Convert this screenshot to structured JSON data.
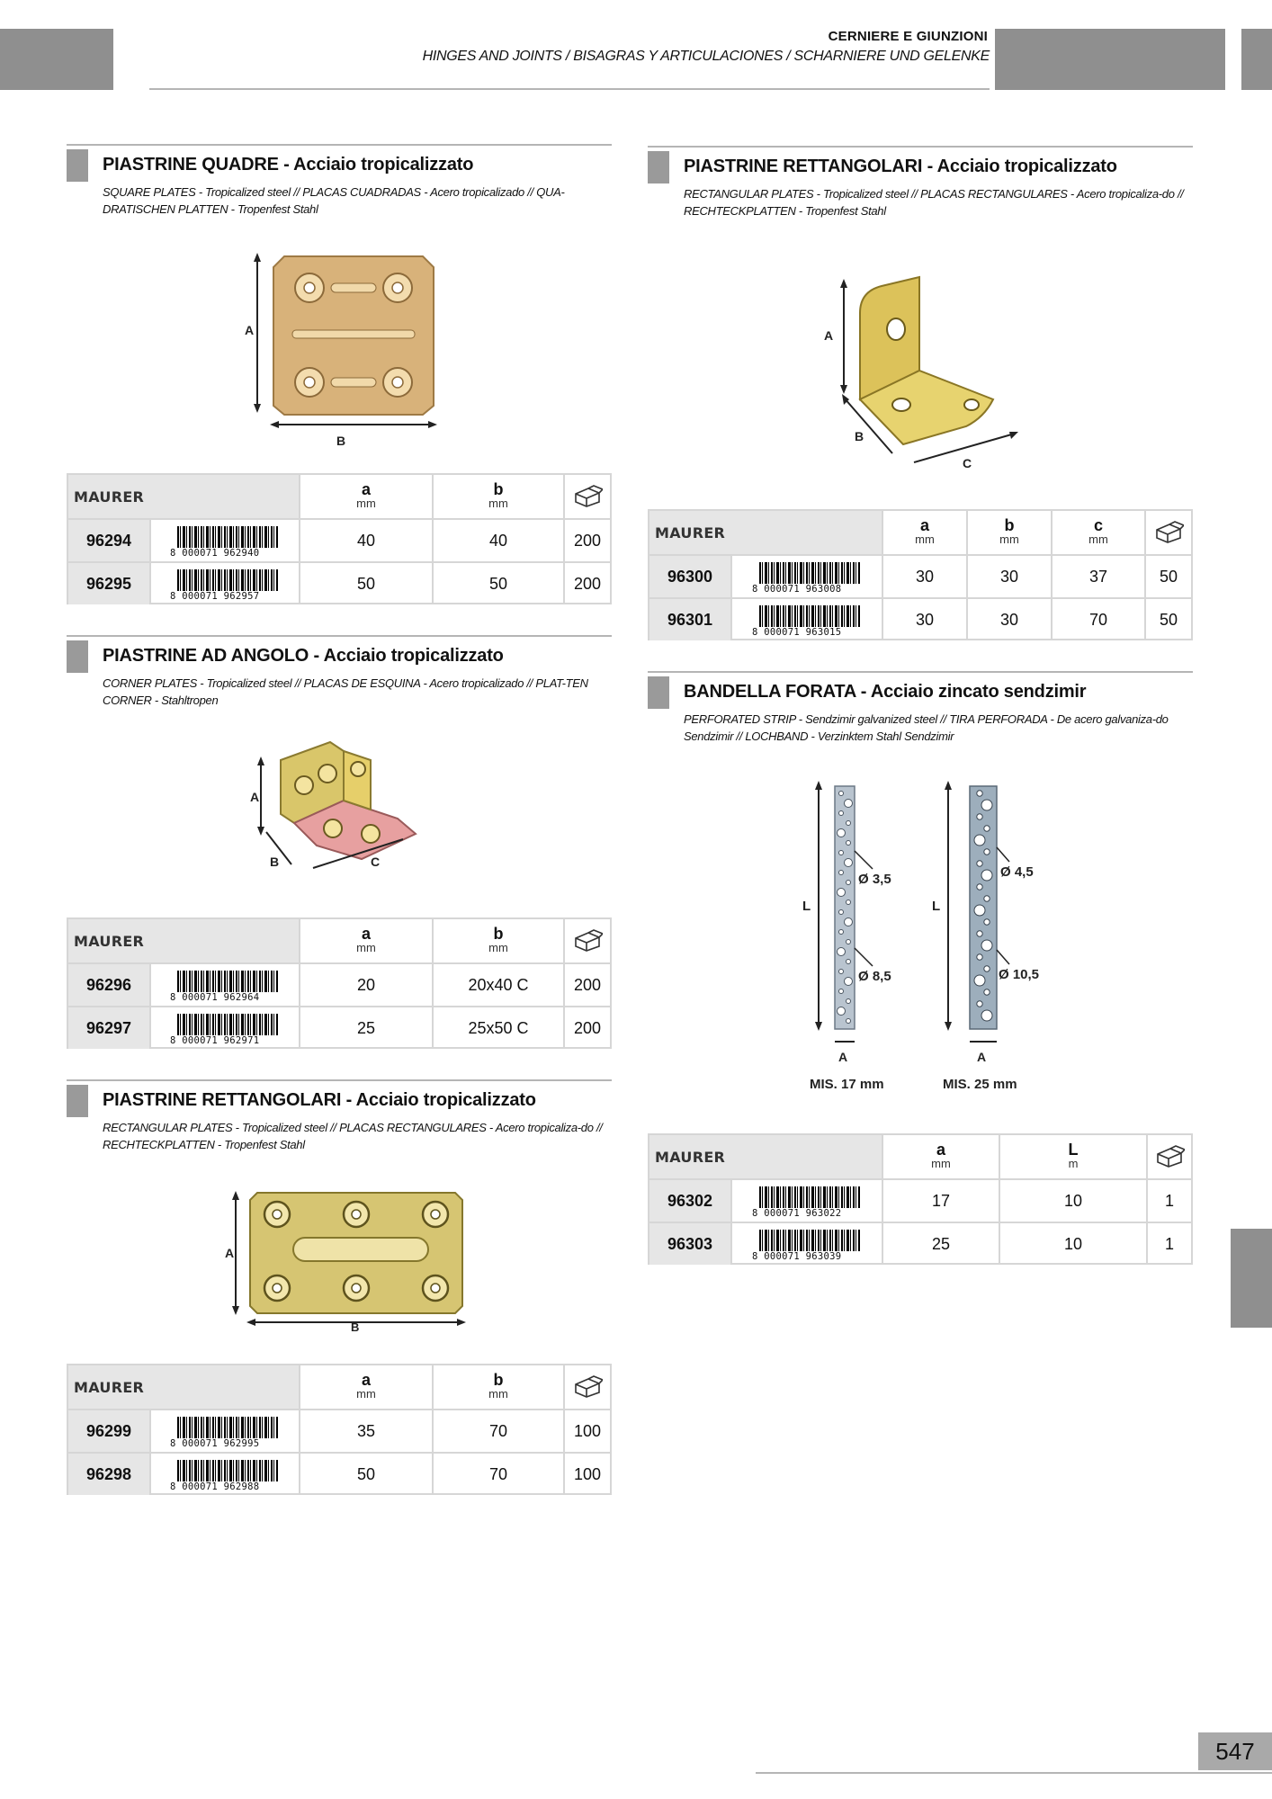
{
  "header": {
    "title": "CERNIERE E GIUNZIONI",
    "subtitle": "HINGES AND JOINTS / BISAGRAS Y ARTICULACIONES / SCHARNIERE UND GELENKE"
  },
  "page_number": "547",
  "colors": {
    "tab_gray": "#8f8f8f",
    "header_cell_gray": "#e6e6e6",
    "border": "#d6d6d6"
  },
  "sections": [
    {
      "title": "PIASTRINE QUADRE",
      "material": "Acciaio tropicalizzato",
      "description": "SQUARE PLATES - Tropicalized steel // PLACAS CUADRADAS - Acero tropicalizado // QUA-DRATISCHEN PLATTEN - Tropenfest Stahl",
      "figure_labels": [
        "A",
        "B"
      ],
      "table": {
        "brand": "MAURER",
        "columns": [
          {
            "label": "a",
            "unit": "mm"
          },
          {
            "label": "b",
            "unit": "mm"
          }
        ],
        "pack_icon": "box-icon",
        "rows": [
          {
            "code": "96294",
            "ean": "8 000071 962940",
            "values": [
              "40",
              "40"
            ],
            "pack": "200"
          },
          {
            "code": "96295",
            "ean": "8 000071 962957",
            "values": [
              "50",
              "50"
            ],
            "pack": "200"
          }
        ]
      }
    },
    {
      "title": "PIASTRINE AD ANGOLO",
      "material": "Acciaio tropicalizzato",
      "description": "CORNER PLATES - Tropicalized steel // PLACAS DE ESQUINA - Acero tropicalizado // PLAT-TEN CORNER - Stahltropen",
      "figure_labels": [
        "A",
        "B",
        "C"
      ],
      "table": {
        "brand": "MAURER",
        "columns": [
          {
            "label": "a",
            "unit": "mm"
          },
          {
            "label": "b",
            "unit": "mm"
          }
        ],
        "pack_icon": "box-icon",
        "rows": [
          {
            "code": "96296",
            "ean": "8 000071 962964",
            "values": [
              "20",
              "20x40 C"
            ],
            "pack": "200"
          },
          {
            "code": "96297",
            "ean": "8 000071 962971",
            "values": [
              "25",
              "25x50 C"
            ],
            "pack": "200"
          }
        ]
      }
    },
    {
      "title": "PIASTRINE RETTANGOLARI",
      "material": "Acciaio tropicalizzato",
      "description": "RECTANGULAR PLATES - Tropicalized steel // PLACAS RECTANGULARES - Acero tropicaliza-do // RECHTECKPLATTEN - Tropenfest Stahl",
      "figure_labels": [
        "A",
        "B"
      ],
      "table": {
        "brand": "MAURER",
        "columns": [
          {
            "label": "a",
            "unit": "mm"
          },
          {
            "label": "b",
            "unit": "mm"
          }
        ],
        "pack_icon": "box-icon",
        "rows": [
          {
            "code": "96299",
            "ean": "8 000071 962995",
            "values": [
              "35",
              "70"
            ],
            "pack": "100"
          },
          {
            "code": "96298",
            "ean": "8 000071 962988",
            "values": [
              "50",
              "70"
            ],
            "pack": "100"
          }
        ]
      }
    },
    {
      "title": "PIASTRINE RETTANGOLARI",
      "material": "Acciaio tropicalizzato",
      "description": "RECTANGULAR PLATES - Tropicalized steel // PLACAS RECTANGULARES - Acero tropicaliza-do // RECHTECKPLATTEN - Tropenfest Stahl",
      "figure_labels": [
        "A",
        "B",
        "C"
      ],
      "table": {
        "brand": "MAURER",
        "columns": [
          {
            "label": "a",
            "unit": "mm"
          },
          {
            "label": "b",
            "unit": "mm"
          },
          {
            "label": "c",
            "unit": "mm"
          }
        ],
        "pack_icon": "box-icon",
        "rows": [
          {
            "code": "96300",
            "ean": "8 000071 963008",
            "values": [
              "30",
              "30",
              "37"
            ],
            "pack": "50"
          },
          {
            "code": "96301",
            "ean": "8 000071 963015",
            "values": [
              "30",
              "30",
              "70"
            ],
            "pack": "50"
          }
        ]
      }
    },
    {
      "title": "BANDELLA FORATA",
      "material": "Acciaio zincato sendzimir",
      "description": "PERFORATED STRIP - Sendzimir galvanized steel // TIRA PERFORADA - De acero galvaniza-do Sendzimir // LOCHBAND - Verzinktem Stahl Sendzimir",
      "figure_labels": {
        "strip1": {
          "length": "L",
          "small_hole": "Ø 3,5",
          "large_hole": "Ø 8,5",
          "width": "A",
          "size": "MIS. 17 mm"
        },
        "strip2": {
          "length": "L",
          "small_hole": "Ø 4,5",
          "large_hole": "Ø 10,5",
          "width": "A",
          "size": "MIS. 25 mm"
        }
      },
      "table": {
        "brand": "MAURER",
        "columns": [
          {
            "label": "a",
            "unit": "mm"
          },
          {
            "label": "L",
            "unit": "m"
          }
        ],
        "pack_icon": "box-icon",
        "rows": [
          {
            "code": "96302",
            "ean": "8 000071 963022",
            "values": [
              "17",
              "10"
            ],
            "pack": "1"
          },
          {
            "code": "96303",
            "ean": "8 000071 963039",
            "values": [
              "25",
              "10"
            ],
            "pack": "1"
          }
        ]
      }
    }
  ]
}
